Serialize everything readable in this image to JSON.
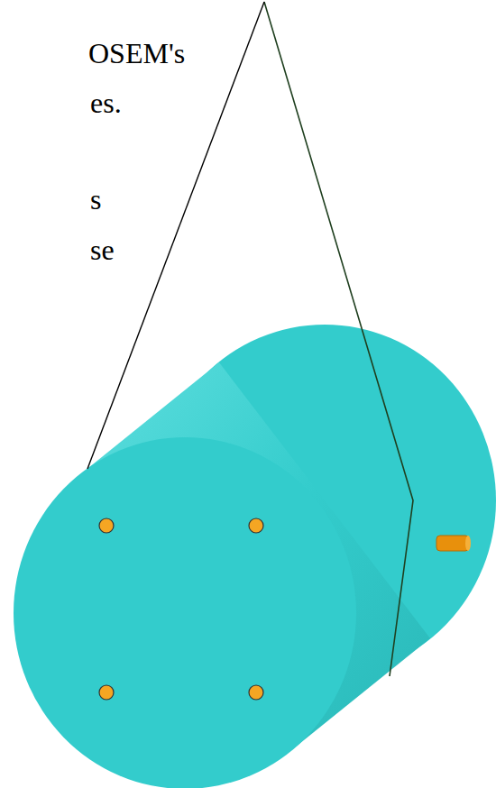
{
  "diagram": {
    "labels": [
      "OSEM's",
      "es.",
      "s",
      "se"
    ]
  }
}
